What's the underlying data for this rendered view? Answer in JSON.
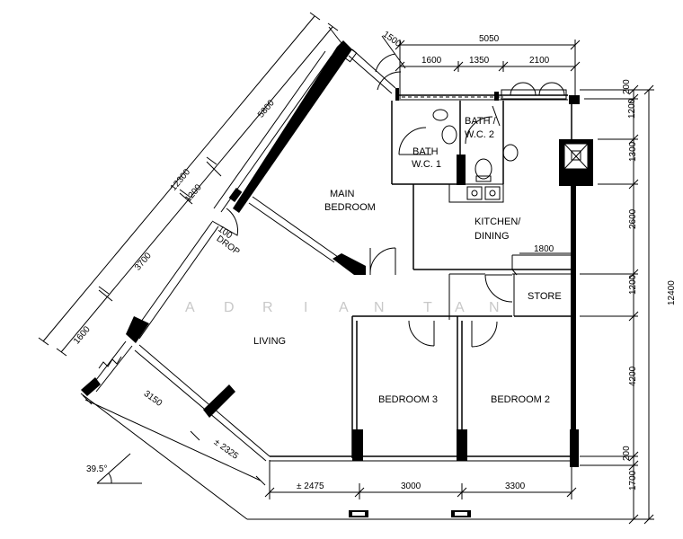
{
  "watermark": [
    "A",
    "D",
    "R",
    "I",
    "A",
    "N",
    "T",
    "A",
    "N"
  ],
  "rooms": {
    "main_bedroom": [
      "MAIN",
      "BEDROOM"
    ],
    "bath1": [
      "BATH",
      "W.C. 1"
    ],
    "bath2": [
      "BATH /",
      "W.C. 2"
    ],
    "kitchen": [
      "KITCHEN/",
      "DINING"
    ],
    "store": "STORE",
    "living": "LIVING",
    "bedroom3": "BEDROOM 3",
    "bedroom2": "BEDROOM 2",
    "drop": [
      "100",
      "DROP"
    ]
  },
  "dimensions": {
    "top_total": "5050",
    "top_1500": "1500",
    "top_segments": [
      "1600",
      "1350",
      "2100"
    ],
    "kitchen_width": "1800",
    "right_segments": [
      "200",
      "1200",
      "1300",
      "2600",
      "1200",
      "4200",
      "200"
    ],
    "right_total": "12400",
    "right_bottom": "1700",
    "bottom_segments": [
      "± 2475",
      "3000",
      "3300"
    ],
    "diag_total": "12300",
    "diag_segments": [
      "5800",
      "1200",
      "3700",
      "1600"
    ],
    "living_lower": [
      "3150",
      "± 2325"
    ],
    "angle": "39.5°"
  }
}
